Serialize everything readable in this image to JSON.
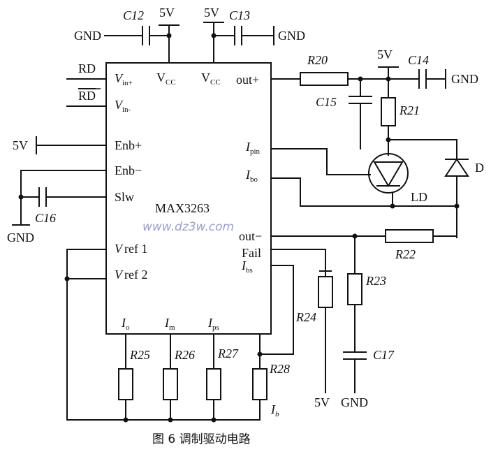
{
  "chip": {
    "name": "MAX3263",
    "pins_left": [
      "V",
      "in+",
      "V",
      "in-",
      "Enb+",
      "Enb−",
      "Slw",
      "V",
      "ref 1",
      "V",
      "ref 2"
    ],
    "pins_top": [
      "V",
      "CC",
      "V",
      "CC"
    ],
    "pins_right": [
      "out+",
      "I",
      "pin",
      "I",
      "bo",
      "out−",
      "Fail",
      "I",
      "bs"
    ],
    "pins_bottom": [
      "I",
      "o",
      "I",
      "m",
      "I",
      "ps"
    ]
  },
  "signals": {
    "rd": "RD",
    "rd_bar": "RD",
    "five_v": "5V",
    "gnd": "GND"
  },
  "components": {
    "c12": "C12",
    "c13": "C13",
    "c14": "C14",
    "c15": "C15",
    "c16": "C16",
    "c17": "C17",
    "r20": "R20",
    "r21": "R21",
    "r22": "R22",
    "r23": "R23",
    "r24": "R24",
    "r25": "R25",
    "r26": "R26",
    "r27": "R27",
    "r28": "R28",
    "ld": "LD",
    "d": "D",
    "ib": "I",
    "ib_sub": "b"
  },
  "watermark": "www.dz3w.com",
  "caption": "图 6   调制驱动电路"
}
